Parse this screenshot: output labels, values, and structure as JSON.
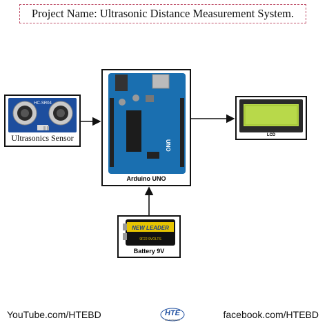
{
  "title": "Project Name: Ultrasonic Distance Measurement System.",
  "blocks": {
    "sensor": {
      "label": "Ultrasonics Sensor",
      "chip_text": "HC-SR04"
    },
    "arduino": {
      "label": "Arduino UNO",
      "board_text": "UNO"
    },
    "lcd": {
      "label": "LCD"
    },
    "battery": {
      "label": "Battery 9V",
      "brand_text": "NEW LEADER",
      "spec_text": "9F22 9VOLTS"
    }
  },
  "footer": {
    "left": "YouTube.com/HTEBD",
    "right": "facebook.com/HTEBD"
  },
  "logo": {
    "text": "HTE",
    "subtext": "for everyone"
  },
  "colors": {
    "board": "#1a6fb0",
    "lcd_screen": "#b8d94a",
    "title_border": "#c0506a",
    "battery_label": "#e6c400"
  }
}
